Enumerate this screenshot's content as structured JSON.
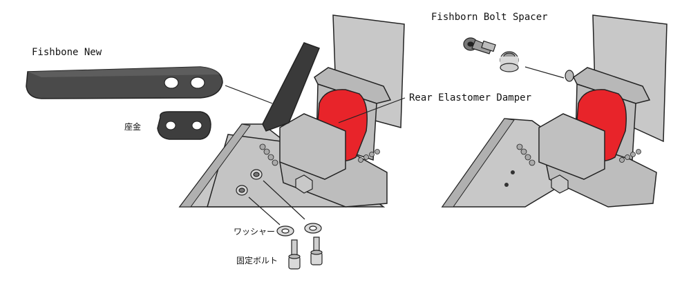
{
  "labels": {
    "fishbone_new": "Fishbone New",
    "washer_plate": "座金",
    "rear_damper": "Rear Elastomer Damper",
    "bolt_spacer": "Fishborn Bolt Spacer",
    "washer": "ワッシャー",
    "fixing_bolt": "固定ボルト"
  },
  "colors": {
    "frame": "#c8c8c8",
    "frame_dark": "#a8a8a8",
    "outline": "#222222",
    "damper": "#e8242a",
    "fishbone": "#4a4a4a",
    "metal": "#d9d9d9"
  }
}
